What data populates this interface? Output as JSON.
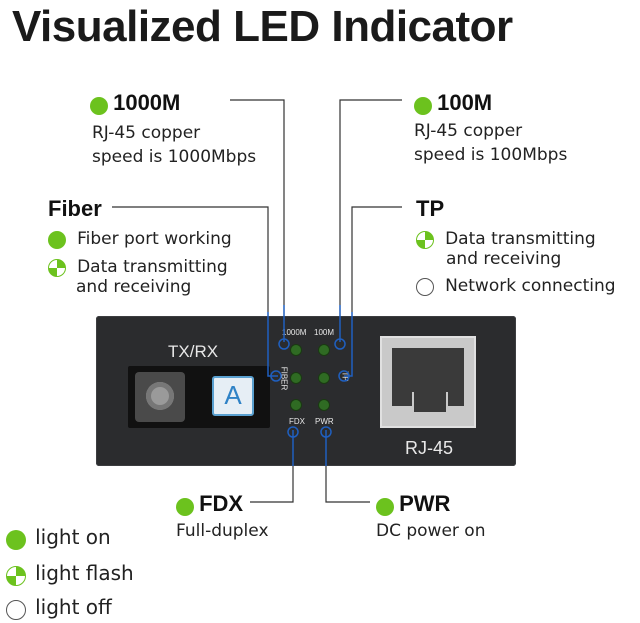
{
  "title": "Visualized LED Indicator",
  "labels": {
    "m1000": {
      "heading": "1000M",
      "line1": "RJ-45 copper",
      "line2": "speed is 1000Mbps"
    },
    "m100": {
      "heading": "100M",
      "line1": "RJ-45 copper",
      "line2": "speed is 100Mbps"
    },
    "fiber": {
      "heading": "Fiber",
      "item1": "Fiber port working",
      "item2a": "Data transmitting",
      "item2b": "and receiving"
    },
    "tp": {
      "heading": "TP",
      "item1a": "Data transmitting",
      "item1b": "and receiving",
      "item2": "Network connecting"
    },
    "fdx": {
      "heading": "FDX",
      "line1": "Full-duplex"
    },
    "pwr": {
      "heading": "PWR",
      "line1": "DC power on"
    }
  },
  "device": {
    "txrx": "TX/RX",
    "rj45": "RJ-45",
    "led_1000m": "1000M",
    "led_100m": "100M",
    "led_fiber": "FIBER",
    "led_tp": "TP",
    "led_fdx": "FDX",
    "led_pwr": "PWR",
    "sticker": "A"
  },
  "legend": [
    {
      "icon": "light-on",
      "label": "light on"
    },
    {
      "icon": "light-flash",
      "label": "light flash"
    },
    {
      "icon": "light-off",
      "label": "light off"
    }
  ],
  "colors": {
    "led_green": "#6cc21e",
    "connector_blue": "#1f5fbf",
    "device_body": "#2b2c2e"
  }
}
